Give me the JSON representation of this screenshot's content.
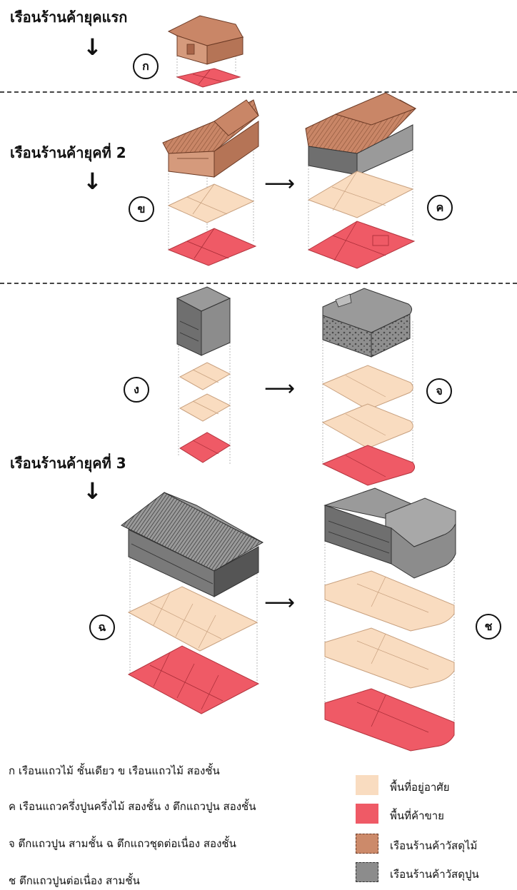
{
  "eras": {
    "first": "เรือนร้านค้ายุคแรก",
    "second": "เรือนร้านค้ายุคที่ 2",
    "third": "เรือนร้านค้ายุคที่ 3"
  },
  "badges": {
    "a": "ก",
    "b": "ข",
    "c": "ค",
    "d": "ง",
    "e": "จ",
    "f": "ฉ",
    "g": "ช"
  },
  "arrows": {
    "down": "↓",
    "right": "⟶"
  },
  "captions": [
    "ก เรือนแถวไม้ ชั้นเดียว  ข  เรือนแถวไม้ สองชั้น",
    "ค เรือนแถวครึ่งปูนครึ่งไม้ สองชั้น ง ตึกแถวปูน สองชั้น",
    "จ ตึกแถวปูน สามชั้น ฉ ตึกแถวชุดต่อเนื่อง สองชั้น",
    "ช ตึกแถวปูนต่อเนื่อง สามชั้น"
  ],
  "legend": [
    {
      "label": "พื้นที่อยู่อาศัย",
      "color": "#f9dcc0"
    },
    {
      "label": "พื้นที่ค้าขาย",
      "color": "#ef5a66"
    },
    {
      "label": "เรือนร้านค้าวัสดุไม้",
      "color": "#cc8a6a"
    },
    {
      "label": "เรือนร้านค้าวัสดุปูน",
      "color": "#8c8c8c"
    }
  ],
  "colors": {
    "residential": "#f9dcc0",
    "commercial": "#ef5a66",
    "wood": "#cc8a6a",
    "concrete": "#8c8c8c"
  }
}
